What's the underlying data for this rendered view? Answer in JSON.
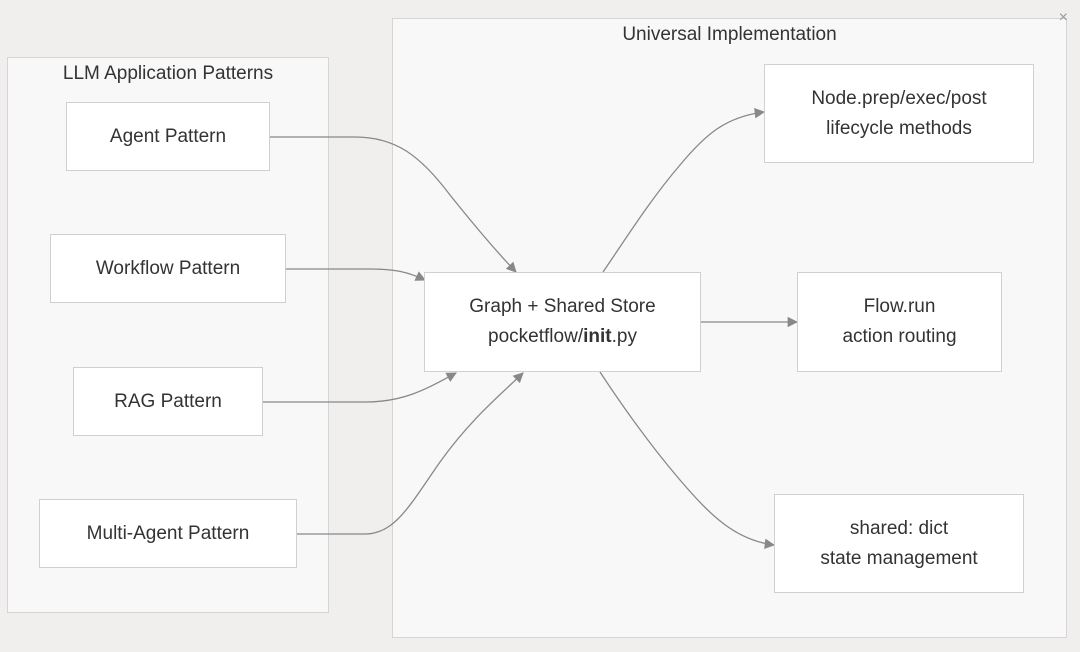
{
  "clusters": {
    "left": {
      "title": "LLM Application Patterns"
    },
    "right": {
      "title": "Universal Implementation"
    }
  },
  "nodes": {
    "agent": {
      "line1": "Agent Pattern"
    },
    "workflow": {
      "line1": "Workflow Pattern"
    },
    "rag": {
      "line1": "RAG Pattern"
    },
    "multi_agent": {
      "line1": "Multi-Agent Pattern"
    },
    "graph": {
      "line1": "Graph + Shared Store",
      "line2_pre": "pocketflow/",
      "line2_bold": "init",
      "line2_post": ".py"
    },
    "node_lifecycle": {
      "line1": "Node.prep/exec/post",
      "line2": "lifecycle methods"
    },
    "flow_run": {
      "line1": "Flow.run",
      "line2": "action routing"
    },
    "shared_dict": {
      "line1": "shared: dict",
      "line2": "state management"
    }
  },
  "edges": [
    {
      "from": "agent",
      "to": "graph"
    },
    {
      "from": "workflow",
      "to": "graph"
    },
    {
      "from": "rag",
      "to": "graph"
    },
    {
      "from": "multi_agent",
      "to": "graph"
    },
    {
      "from": "graph",
      "to": "node_lifecycle"
    },
    {
      "from": "graph",
      "to": "flow_run"
    },
    {
      "from": "graph",
      "to": "shared_dict"
    }
  ],
  "colors": {
    "background": "#f0efee",
    "cluster_fill": "#f8f8f8",
    "node_fill": "#ffffff",
    "edge": "#888888",
    "text": "#333333"
  }
}
